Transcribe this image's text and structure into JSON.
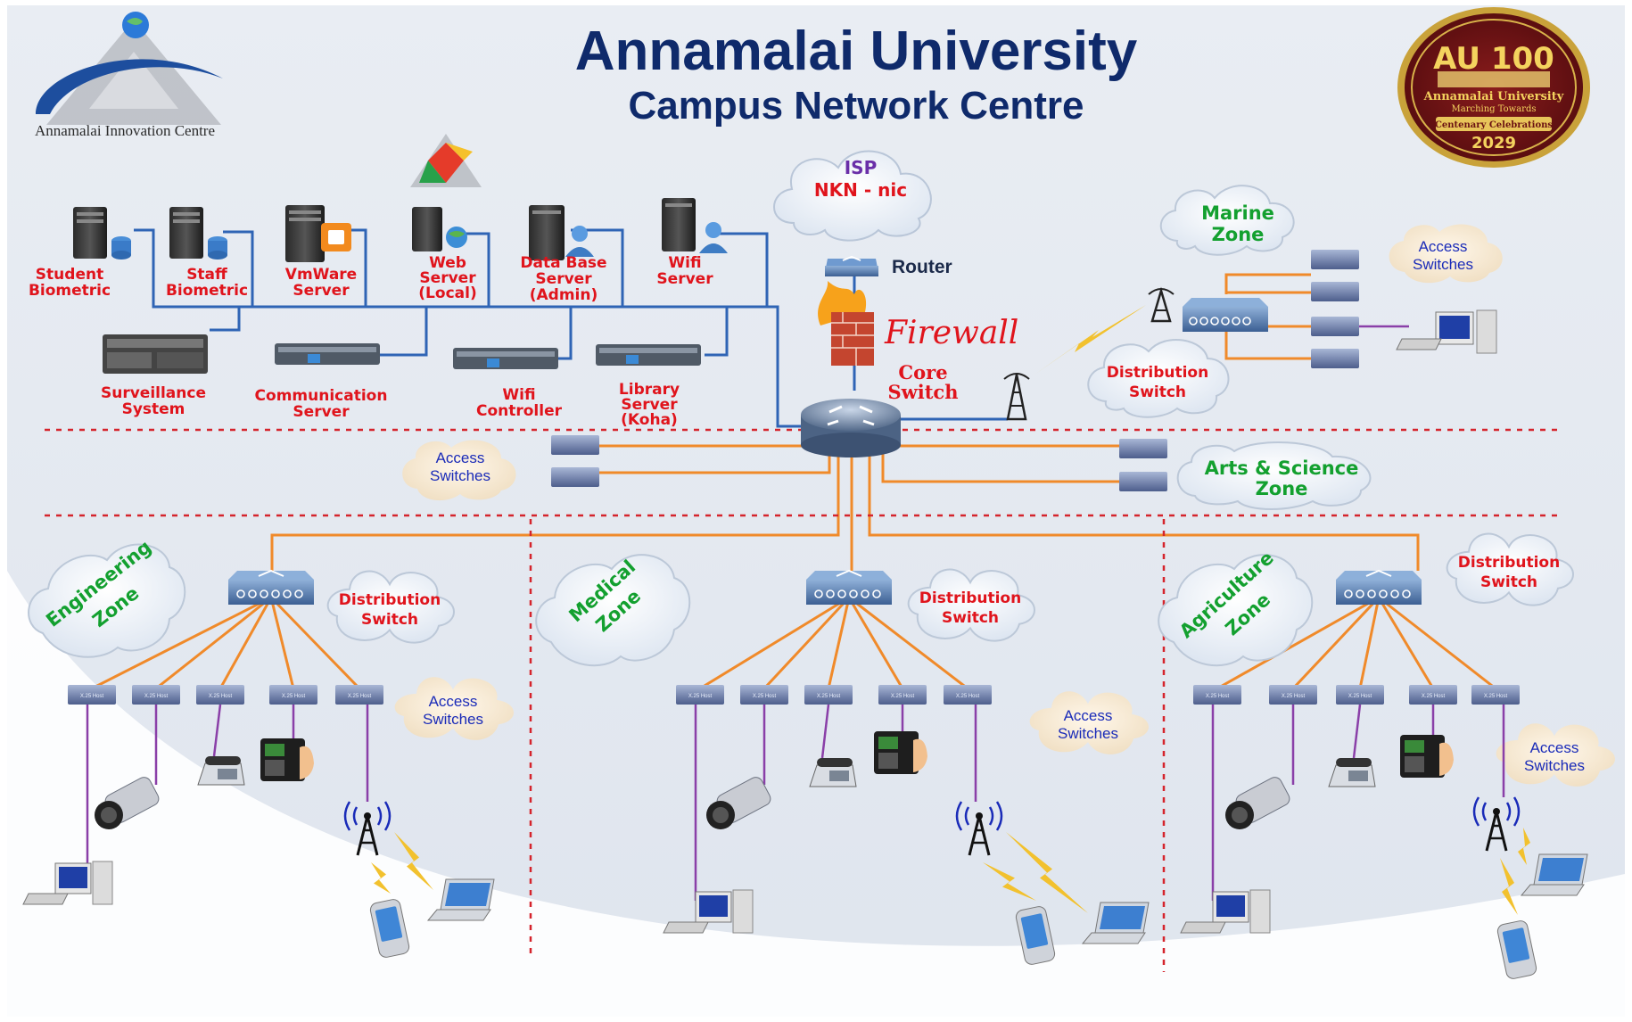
{
  "header": {
    "title": "Annamalai University",
    "subtitle": "Campus Network Centre"
  },
  "logo_left": {
    "text": "Annamalai Innovation Centre"
  },
  "logo_right": {
    "line1": "AU 100",
    "line2": "Annamalai University",
    "line3": "Marching Towards",
    "line4": "Centenary Celebrations",
    "line5": "2029"
  },
  "core": {
    "isp_line1": "ISP",
    "isp_line2": "NKN - nic",
    "router": "Router",
    "firewall": "Firewall",
    "core_line1": "Core",
    "core_line2": "Switch"
  },
  "servers": {
    "student_biometric": [
      "Student",
      "Biometric"
    ],
    "staff_biometric": [
      "Staff",
      "Biometric"
    ],
    "vmware": [
      "VmWare",
      "Server"
    ],
    "web_server": [
      "Web",
      "Server",
      "(Local)"
    ],
    "database": [
      "Data Base",
      "Server",
      "(Admin)"
    ],
    "wifi_server": [
      "Wifi",
      "Server"
    ],
    "surveillance": [
      "Surveillance",
      "System"
    ],
    "communication": [
      "Communication",
      "Server"
    ],
    "wifi_controller": [
      "Wifi",
      "Controller"
    ],
    "library": [
      "Library",
      "Server",
      "(Koha)"
    ]
  },
  "zones": {
    "marine": [
      "Marine",
      "Zone"
    ],
    "arts": [
      "Arts & Science",
      "Zone"
    ],
    "engineering": [
      "Engineering",
      "Zone"
    ],
    "medical": [
      "Medical",
      "Zone"
    ],
    "agriculture": [
      "Agriculture",
      "Zone"
    ]
  },
  "labels": {
    "distribution": [
      "Distribution",
      "Switch"
    ],
    "access": [
      "Access",
      "Switches"
    ],
    "switch_tag": "X.25 Host"
  },
  "colors": {
    "title": "#0f2a6b",
    "server_label": "#e0141c",
    "zone_label": "#13a02f",
    "access_label": "#1a2bb8",
    "link_blue": "#2f64b5",
    "link_orange": "#f08a2a",
    "link_purple": "#8a3fa8",
    "divider": "#d5242c"
  },
  "icons": [
    "server-icon",
    "rack-server-icon",
    "router-icon",
    "firewall-icon",
    "core-switch-icon",
    "distribution-switch-icon",
    "access-switch-icon",
    "cloud-icon",
    "antenna-icon",
    "wifi-tower-icon",
    "lightning-icon",
    "camera-icon",
    "phone-icon",
    "biometric-device-icon",
    "desktop-icon",
    "laptop-icon",
    "mobile-icon"
  ]
}
